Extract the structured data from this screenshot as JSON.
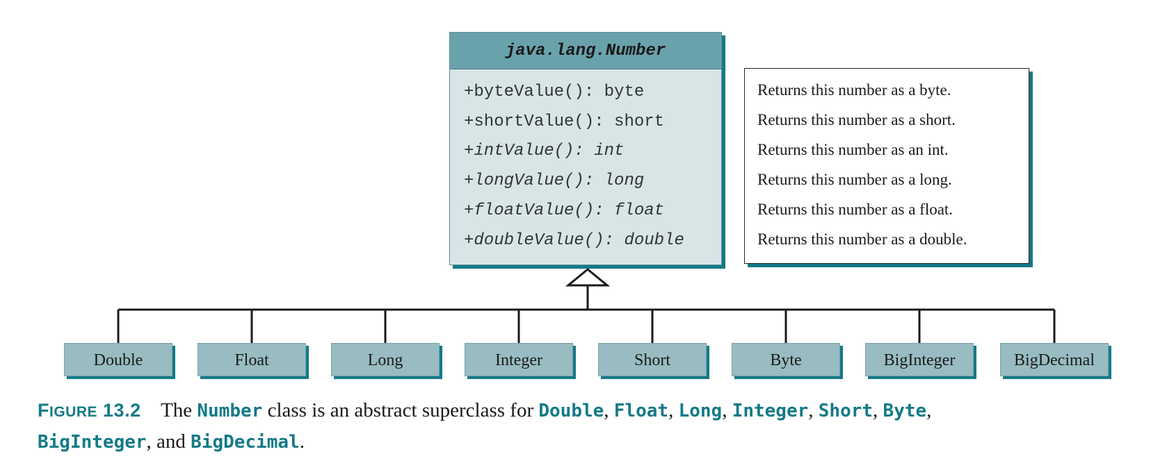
{
  "class_box": {
    "name": "java.lang.Number",
    "methods": [
      {
        "prefix": "+",
        "text": "byteValue(): byte",
        "abstract": false
      },
      {
        "prefix": "+",
        "text": "shortValue(): short",
        "abstract": false
      },
      {
        "prefix": "+",
        "text": "intValue(): int",
        "abstract": true
      },
      {
        "prefix": "+",
        "text": "longValue(): long",
        "abstract": true
      },
      {
        "prefix": "+",
        "text": "floatValue(): float",
        "abstract": true
      },
      {
        "prefix": "+",
        "text": "doubleValue(): double",
        "abstract": true
      }
    ]
  },
  "descriptions": [
    "Returns this number as a byte.",
    "Returns this number as a short.",
    "Returns this number as an int.",
    "Returns this number as a long.",
    "Returns this number as a float.",
    "Returns this number as a double."
  ],
  "subclasses": [
    "Double",
    "Float",
    "Long",
    "Integer",
    "Short",
    "Byte",
    "BigInteger",
    "BigDecimal"
  ],
  "caption": {
    "label_first": "F",
    "label_rest": "IGURE",
    "number": "13.2",
    "t1": "The",
    "c1": "Number",
    "t2": "class is an abstract superclass for",
    "c2": "Double",
    "c3": "Float",
    "c4": "Long",
    "c5": "Integer",
    "c6": "Short",
    "c7": "Byte",
    "c8": "BigInteger",
    "t3": ", and",
    "c9": "BigDecimal",
    "t4": "."
  },
  "colors": {
    "accent": "#147a87",
    "header_fill": "#6aa2ab",
    "class_fill": "#d7e5e7",
    "subclass_fill": "#98bcc1"
  }
}
